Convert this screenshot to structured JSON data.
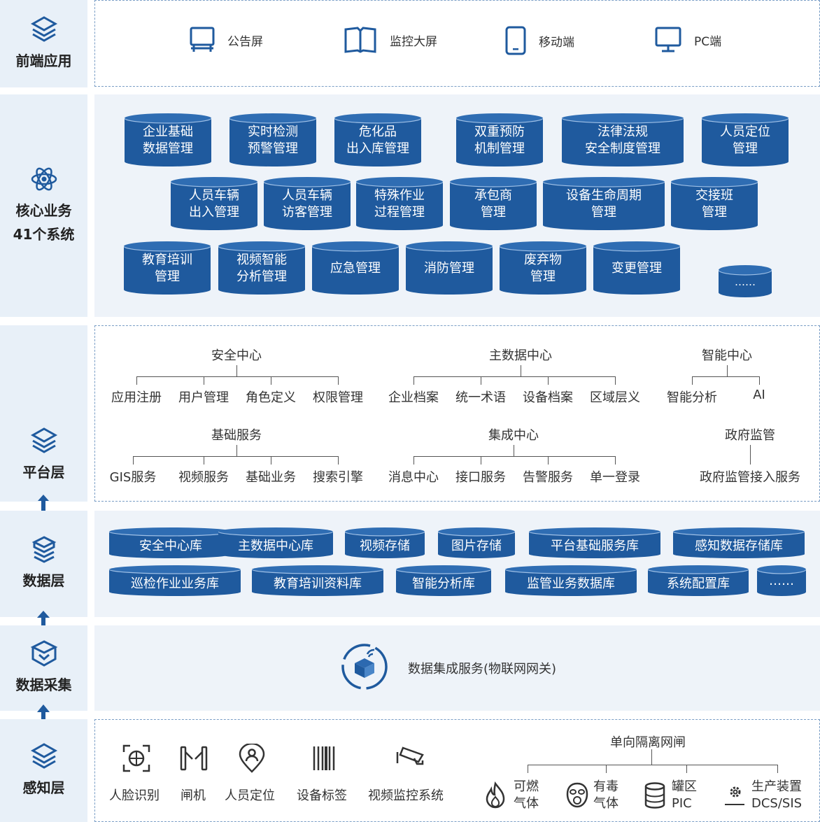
{
  "colors": {
    "accent": "#1f5a9e",
    "label_bg": "#e8f0f8",
    "panel_bg": "#eef3f9",
    "dash": "#7a9ec6"
  },
  "layers": {
    "frontend": "前端应用",
    "core_line1": "核心业务",
    "core_line2": "41个系统",
    "platform": "平台层",
    "data": "数据层",
    "collect": "数据采集",
    "sense": "感知层"
  },
  "frontend": [
    {
      "icon": "monitor-stand-icon",
      "label": "公告屏"
    },
    {
      "icon": "open-book-screen-icon",
      "label": "监控大屏"
    },
    {
      "icon": "mobile-phone-icon",
      "label": "移动端"
    },
    {
      "icon": "pc-monitor-icon",
      "label": "PC端"
    }
  ],
  "core": {
    "row1": [
      [
        "企业基础",
        "数据管理"
      ],
      [
        "实时检测",
        "预警管理"
      ],
      [
        "危化品",
        "出入库管理"
      ],
      [
        "双重预防",
        "机制管理"
      ],
      [
        "法律法规",
        "安全制度管理"
      ],
      [
        "人员定位",
        "管理"
      ]
    ],
    "row2": [
      [
        "人员车辆",
        "出入管理"
      ],
      [
        "人员车辆",
        "访客管理"
      ],
      [
        "特殊作业",
        "过程管理"
      ],
      [
        "承包商",
        "管理"
      ],
      [
        "设备生命周期",
        "管理"
      ],
      [
        "交接班",
        "管理"
      ]
    ],
    "row3": [
      [
        "教育培训",
        "管理"
      ],
      [
        "视频智能",
        "分析管理"
      ],
      [
        "应急管理"
      ],
      [
        "消防管理"
      ],
      [
        "废弃物",
        "管理"
      ],
      [
        "变更管理"
      ],
      [
        "……"
      ]
    ]
  },
  "platform": {
    "security_center": {
      "title": "安全中心",
      "children": [
        "应用注册",
        "用户管理",
        "角色定义",
        "权限管理"
      ]
    },
    "master_data": {
      "title": "主数据中心",
      "children": [
        "企业档案",
        "统一术语",
        "设备档案",
        "区域层义"
      ]
    },
    "ai_center": {
      "title": "智能中心",
      "children": [
        "智能分析",
        "AI"
      ]
    },
    "base_service": {
      "title": "基础服务",
      "children": [
        "GIS服务",
        "视频服务",
        "基础业务",
        "搜索引擎"
      ]
    },
    "integration": {
      "title": "集成中心",
      "children": [
        "消息中心",
        "接口服务",
        "告警服务",
        "单一登录"
      ]
    },
    "gov": {
      "title": "政府监管",
      "children": [
        "政府监管接入服务"
      ]
    }
  },
  "data_layer": {
    "row1": [
      "安全中心库",
      "主数据中心库",
      "视频存储",
      "图片存储",
      "平台基础服务库",
      "感知数据存储库"
    ],
    "row2": [
      "巡检作业业务库",
      "教育培训资料库",
      "智能分析库",
      "监管业务数据库",
      "系统配置库",
      "……"
    ]
  },
  "collect": {
    "label": "数据集成服务(物联网网关)"
  },
  "sense": {
    "left": [
      {
        "icon": "face-recognition-icon",
        "label": "人脸识别"
      },
      {
        "icon": "gate-icon",
        "label": "闸机"
      },
      {
        "icon": "person-location-icon",
        "label": "人员定位"
      },
      {
        "icon": "barcode-tag-icon",
        "label": "设备标签"
      },
      {
        "icon": "cctv-camera-icon",
        "label": "视频监控系统"
      }
    ],
    "gateway_title": "单向隔离网闸",
    "right": [
      {
        "icon": "flame-icon",
        "l1": "可燃",
        "l2": "气体"
      },
      {
        "icon": "gas-mask-icon",
        "l1": "有毒",
        "l2": "气体"
      },
      {
        "icon": "tank-icon",
        "l1": "罐区",
        "l2": "PIC"
      },
      {
        "icon": "gear-icon",
        "l1": "生产装置",
        "l2": "DCS/SIS"
      }
    ]
  }
}
